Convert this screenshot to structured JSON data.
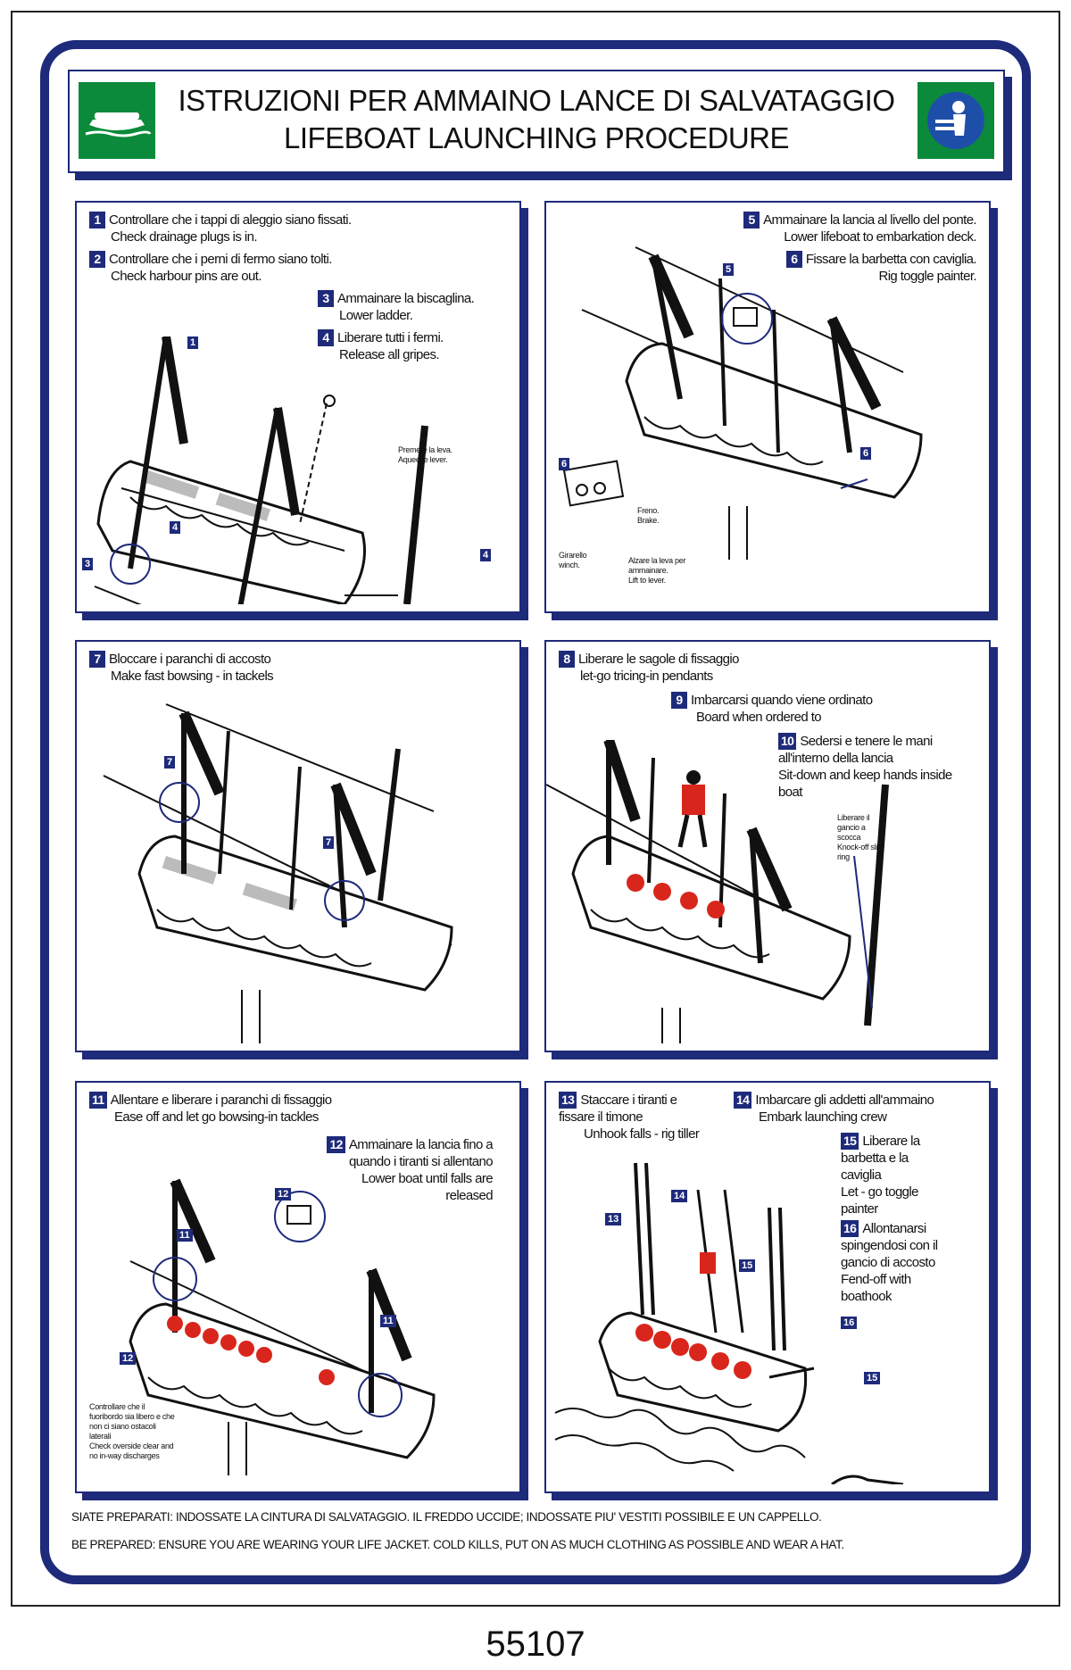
{
  "header": {
    "title_it": "ISTRUZIONI PER AMMAINO LANCE DI SALVATAGGIO",
    "title_en": "LIFEBOAT LAUNCHING PROCEDURE"
  },
  "steps": [
    {
      "n": "1",
      "it": "Controllare che i tappi di aleggio siano fissati.",
      "en": "Check drainage plugs is in."
    },
    {
      "n": "2",
      "it": "Controllare che i perni di fermo siano tolti.",
      "en": "Check harbour pins are out."
    },
    {
      "n": "3",
      "it": "Ammainare la biscaglina.",
      "en": "Lower ladder."
    },
    {
      "n": "4",
      "it": "Liberare tutti i fermi.",
      "en": "Release all gripes."
    },
    {
      "n": "5",
      "it": "Ammainare la lancia al livello del ponte.",
      "en": "Lower lifeboat to embarkation deck."
    },
    {
      "n": "6",
      "it": "Fissare la barbetta con caviglia.",
      "en": "Rig toggle painter."
    },
    {
      "n": "7",
      "it": "Bloccare i paranchi di accosto",
      "en": "Make fast bowsing - in tackels"
    },
    {
      "n": "8",
      "it": "Liberare le sagole di fissaggio",
      "en": "let-go tricing-in pendants"
    },
    {
      "n": "9",
      "it": "Imbarcarsi quando viene ordinato",
      "en": "Board when ordered to"
    },
    {
      "n": "10",
      "it": "Sedersi e tenere le mani all'interno della lancia",
      "en": "Sit-down and keep hands inside boat"
    },
    {
      "n": "11",
      "it": "Allentare e liberare i paranchi di fissaggio",
      "en": "Ease off and let go bowsing-in tackles"
    },
    {
      "n": "12",
      "it": "Ammainare la lancia fino a quando i tiranti si allentano",
      "en": "Lower boat until falls are released"
    },
    {
      "n": "13",
      "it": "Staccare i tiranti e fissare il timone",
      "en": "Unhook falls - rig tiller"
    },
    {
      "n": "14",
      "it": "Imbarcare gli addetti all'ammaino",
      "en": "Embark launching crew"
    },
    {
      "n": "15",
      "it": "Liberare la barbetta e la caviglia",
      "en": "Let - go toggle painter"
    },
    {
      "n": "16",
      "it": "Allontanarsi spingendosi con il gancio di accosto",
      "en": "Fend-off with boathook"
    }
  ],
  "notes": {
    "lever_it": "Premere la leva.",
    "lever_en": "Aqueeze lever.",
    "brake_it": "Freno.",
    "brake_en": "Brake.",
    "winch_it": "Girarello",
    "winch_en": "winch.",
    "lift_it": "Alzare la leva per ammainare.",
    "lift_en": "Lift to lever.",
    "knock_it": "Liberare il gancio a scocca",
    "knock_en": "Knock-off slip ring",
    "overside_it": "Controllare che il fuoribordo sia libero e che non ci siano ostacoli laterali",
    "overside_en": "Check overside clear and no in-way discharges"
  },
  "footer": {
    "line_it": "SIATE PREPARATI: INDOSSATE LA CINTURA DI SALVATAGGIO.  IL FREDDO UCCIDE; INDOSSATE PIU' VESTITI POSSIBILE E UN CAPPELLO.",
    "line_en": "BE PREPARED: ENSURE YOU ARE WEARING YOUR LIFE JACKET.  COLD KILLS, PUT ON AS MUCH CLOTHING AS POSSIBLE AND WEAR A HAT."
  },
  "product_code": "55107",
  "colors": {
    "navy": "#1e2a7a",
    "green": "#0a8a3a",
    "red": "#d9261c"
  },
  "icons": [
    "lifeboat-sign-icon",
    "mandatory-manual-icon"
  ]
}
